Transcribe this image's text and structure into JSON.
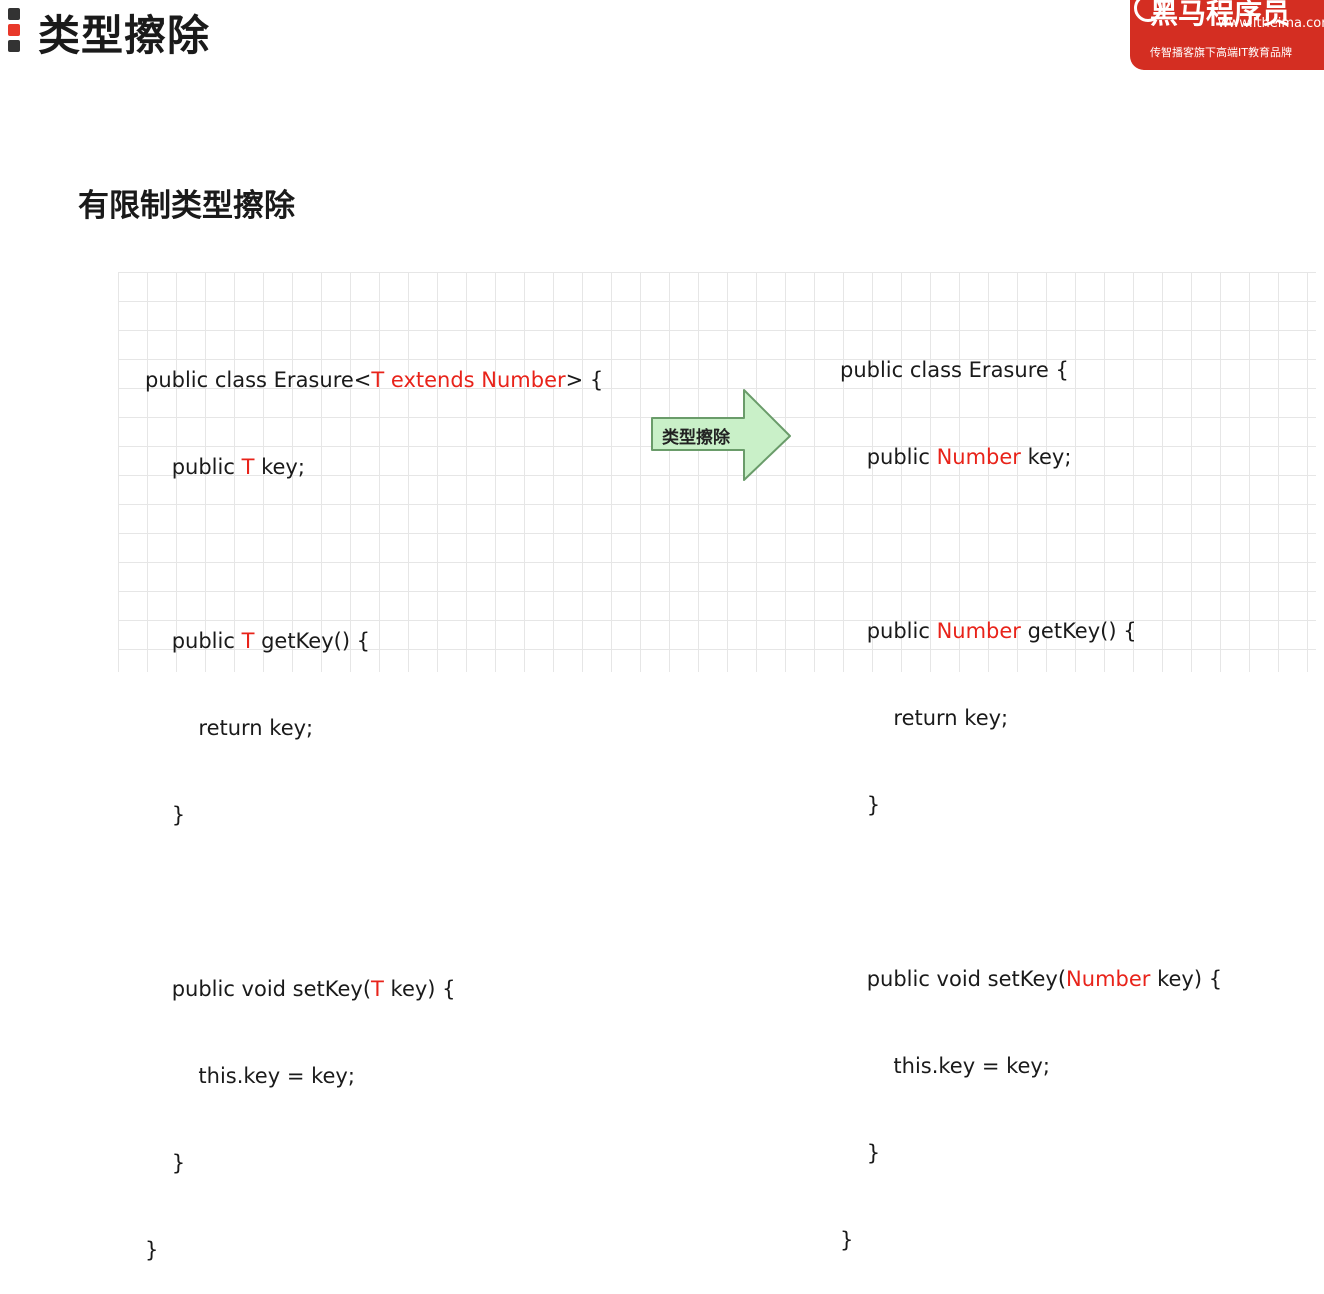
{
  "header": {
    "title": "类型擦除"
  },
  "logo": {
    "brand": "黑马程序员",
    "url": "www.itheima.com",
    "slogan": "传智播客旗下高端IT教育品牌"
  },
  "section": {
    "subtitle": "有限制类型擦除"
  },
  "arrow": {
    "label": "类型擦除",
    "fill": "#c9f0c8",
    "stroke": "#6a9c6a"
  },
  "colors": {
    "accent": "#e8231a",
    "logo_bg": "#d42e22"
  },
  "left_code": {
    "l1_a": "public class Erasure<",
    "l1_b": "T extends Number",
    "l1_c": "> {",
    "l2_a": "    public ",
    "l2_b": "T",
    "l2_c": " key;",
    "l4_a": "    public ",
    "l4_b": "T",
    "l4_c": " getKey() {",
    "l5": "        return key;",
    "l6": "    }",
    "l8_a": "    public void setKey(",
    "l8_b": "T",
    "l8_c": " key) {",
    "l9": "        this.key = key;",
    "l10": "    }",
    "l11": "}"
  },
  "right_code": {
    "l1": "public class Erasure {",
    "l2_a": "    public ",
    "l2_b": "Number",
    "l2_c": " key;",
    "l4_a": "    public ",
    "l4_b": "Number",
    "l4_c": " getKey() {",
    "l5": "        return key;",
    "l6": "    }",
    "l8_a": "    public void setKey(",
    "l8_b": "Number",
    "l8_c": " key) {",
    "l9": "        this.key = key;",
    "l10": "    }",
    "l11": "}"
  }
}
